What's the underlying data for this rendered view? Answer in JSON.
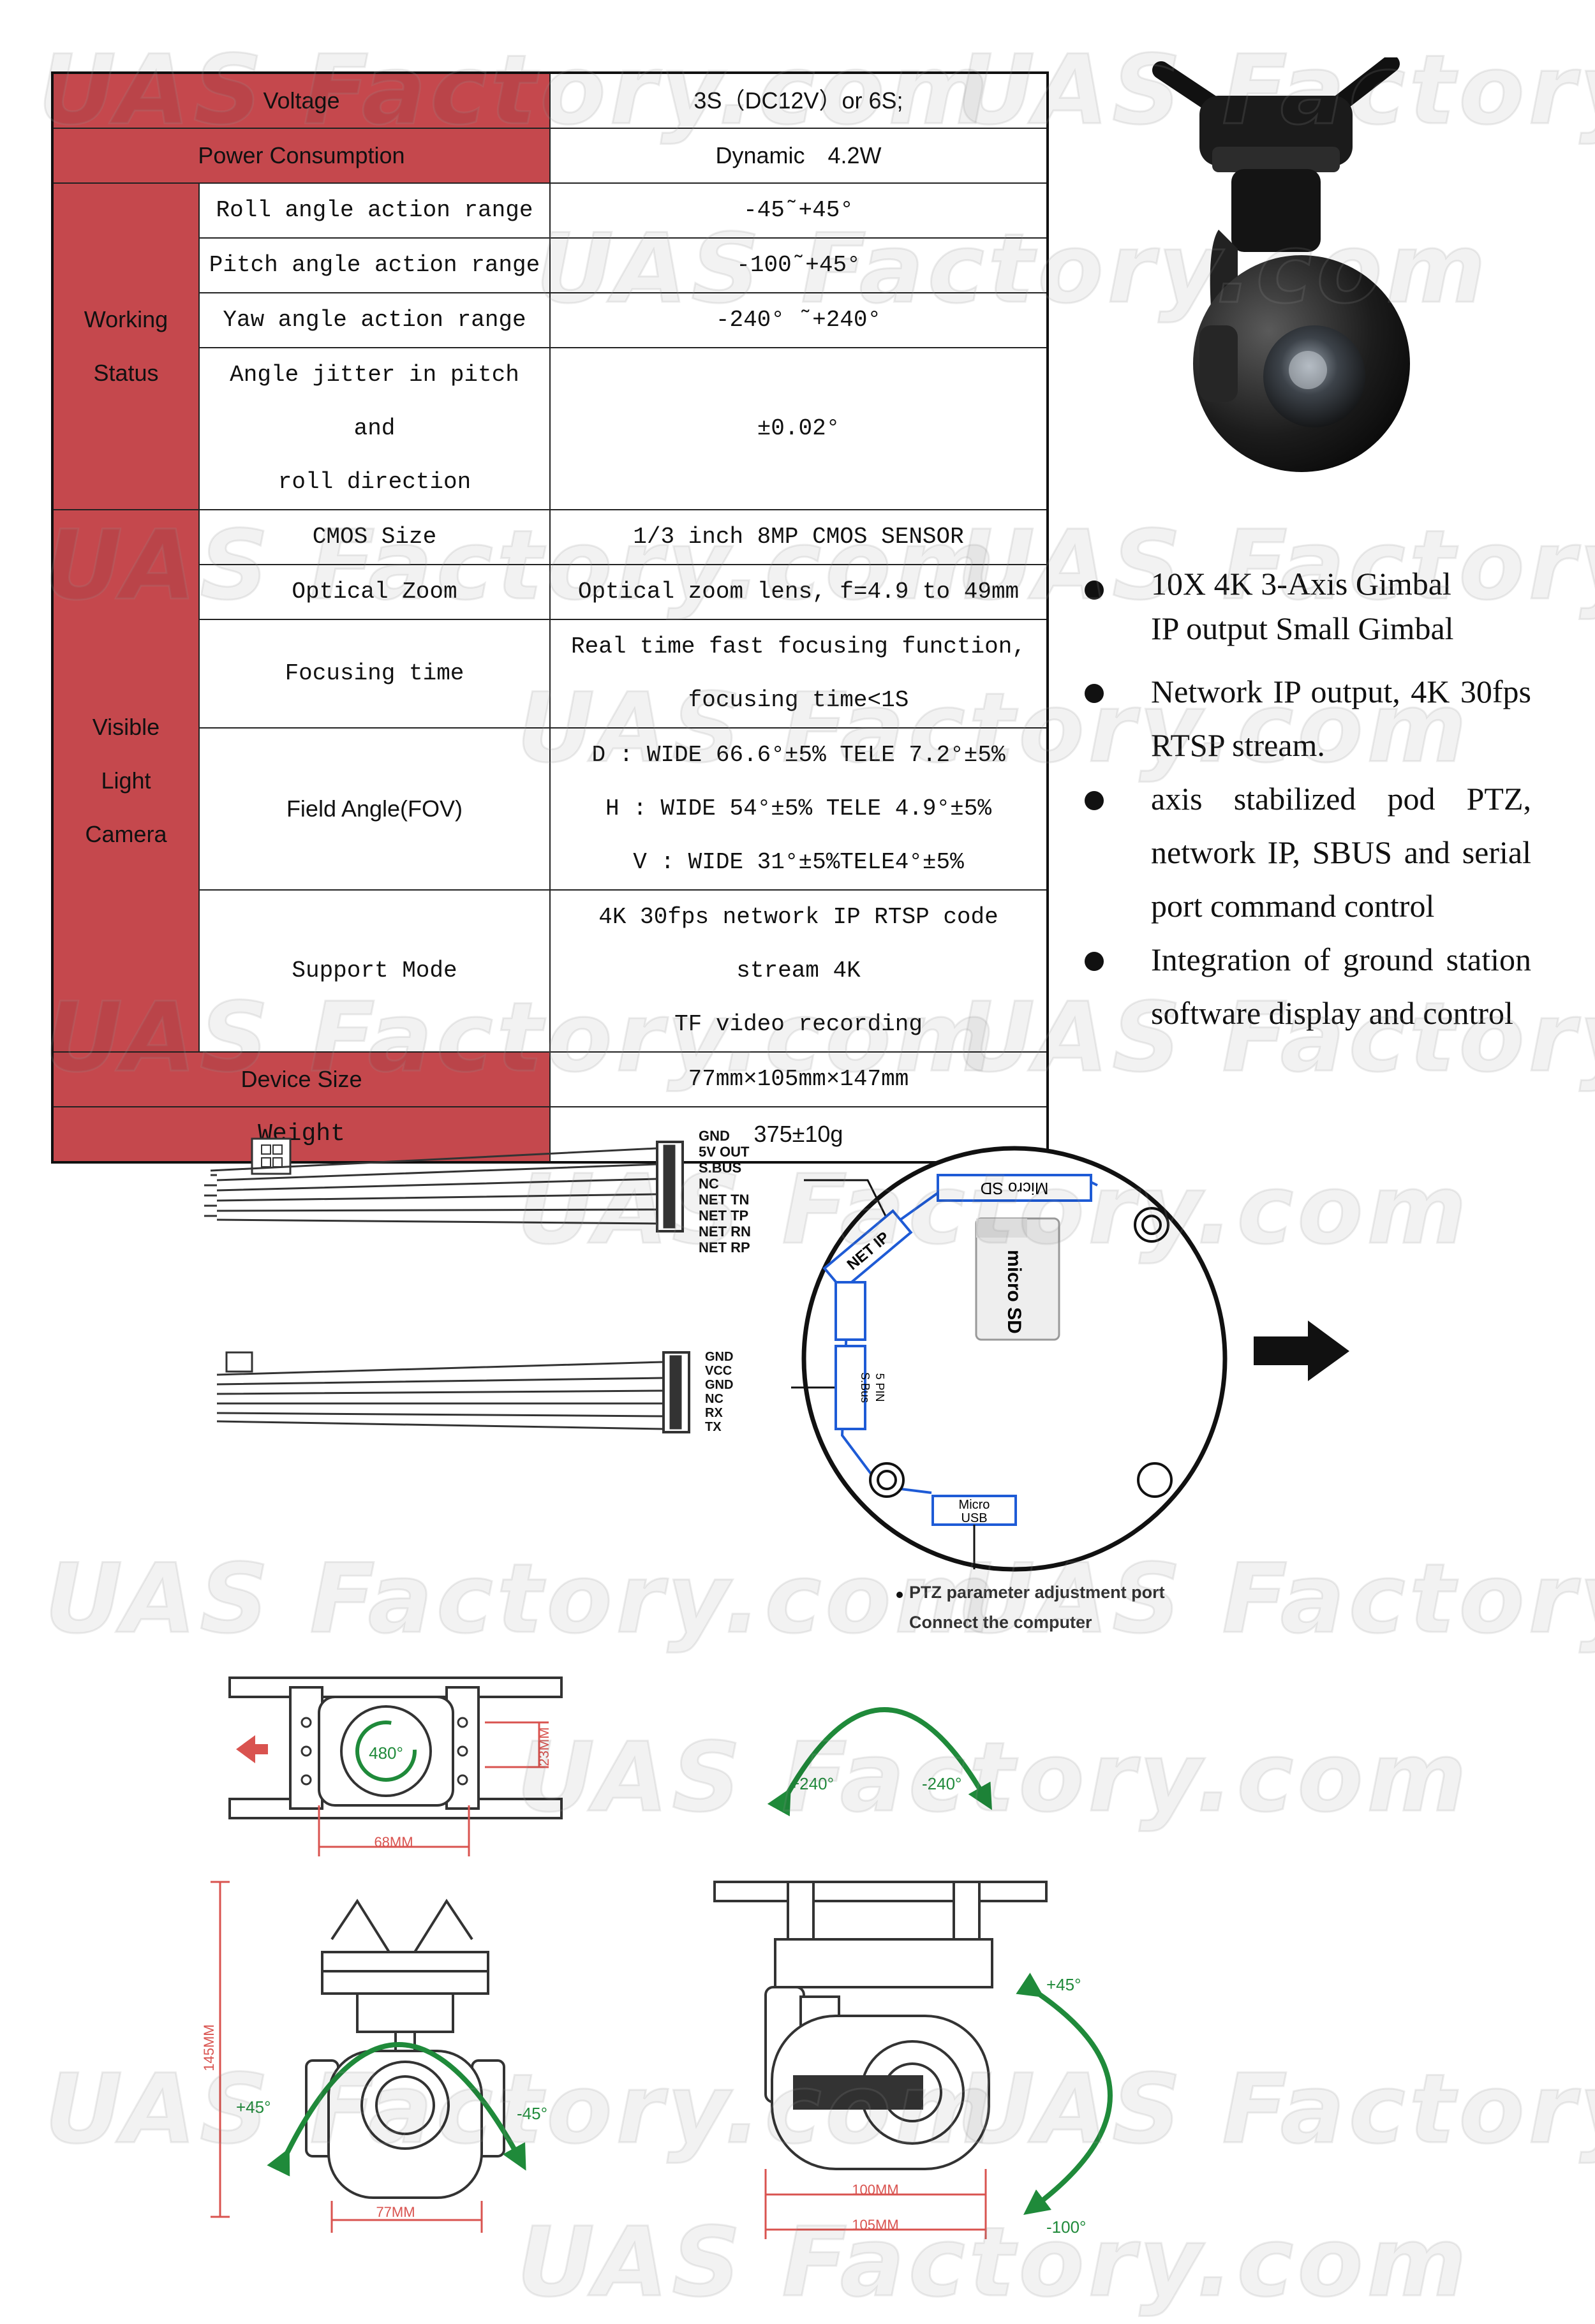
{
  "spec_table": {
    "voltage_label": "Voltage",
    "voltage_value": "3S（DC12V）or 6S;",
    "power_label": "Power Consumption",
    "power_value": "Dynamic　4.2W",
    "working_status_line1": "Working",
    "working_status_line2": "Status",
    "roll_label": "Roll angle action range",
    "roll_value": "-45˜+45°",
    "pitch_label": "Pitch angle action range",
    "pitch_value": "-100˜+45°",
    "yaw_label": "Yaw angle action range",
    "yaw_value": "-240° ˜+240°",
    "jitter_label_line1": "Angle jitter in pitch and",
    "jitter_label_line2": "roll direction",
    "jitter_value": "±0.02°",
    "camera_line1": "Visible",
    "camera_line2": "Light",
    "camera_line3": "Camera",
    "cmos_label": "CMOS Size",
    "cmos_value": "1/3 inch 8MP CMOS SENSOR",
    "zoom_label": "Optical Zoom",
    "zoom_value": "Optical zoom lens, f=4.9 to 49mm",
    "focus_label": "Focusing time",
    "focus_value_line1": "Real time fast focusing function,",
    "focus_value_line2": "focusing time<1S",
    "fov_label": "Field Angle(FOV)",
    "fov_value_line1": "D : WIDE 66.6°±5% TELE 7.2°±5%",
    "fov_value_line2": "H : WIDE 54°±5% TELE 4.9°±5%",
    "fov_value_line3": "V : WIDE 31°±5%TELE4°±5%",
    "support_label": "Support Mode",
    "support_value_line1": "4K 30fps network IP RTSP code stream 4K",
    "support_value_line2": "TF video recording",
    "size_label": "Device Size",
    "size_value": "77mm×105mm×147mm",
    "weight_label": "Weight",
    "weight_value": "375±10g"
  },
  "bullets": {
    "b1_line1": "10X 4K 3-Axis Gimbal",
    "b1_line2": "IP output Small Gimbal",
    "b2": "Network IP output, 4K 30fps RTSP stream.",
    "b3": " axis stabilized pod PTZ, network IP, SBUS and serial port command control",
    "b4": "Integration of ground station software display and control"
  },
  "wiring": {
    "cable1_pins": [
      "GND",
      "5V OUT",
      "S.BUS",
      "NC",
      "NET TN",
      "NET TP",
      "NET RN",
      "NET RP"
    ],
    "cable2_pins": [
      "GND",
      "VCC",
      "GND",
      "NC",
      "RX",
      "TX"
    ],
    "board_net_ip": "NET IP",
    "board_micro_sd": "Micro SD",
    "board_sd_card": "micro SD",
    "board_5pin_line1": "5 PIN",
    "board_5pin_line2": "S.Bus",
    "board_micro_usb_line1": "Micro",
    "board_micro_usb_line2": "USB",
    "ptz_port_note": "PTZ parameter adjustment port",
    "connect_note": "Connect the computer"
  },
  "dimensions": {
    "yaw_rotation": "480°",
    "height_23": "23MM",
    "width_68": "68MM",
    "yaw_pos": "+240°",
    "yaw_neg": "-240°",
    "height_145": "145MM",
    "roll_pos": "+45°",
    "roll_neg": "-45°",
    "width_77": "77MM",
    "pitch_pos": "+45°",
    "pitch_neg": "-100°",
    "width_100": "100MM",
    "width_105": "105MM"
  },
  "watermark": {
    "text": "UAS Factory.com"
  },
  "colors": {
    "table_red": "#c5484d",
    "arrow_green": "#1f8a3a",
    "dim_red": "#d9534f"
  }
}
